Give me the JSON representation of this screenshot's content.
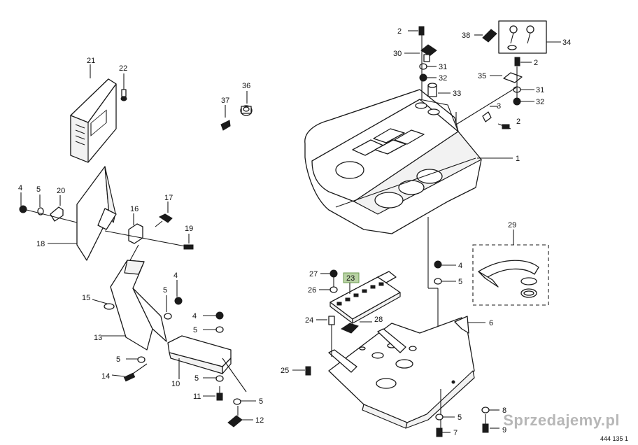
{
  "callouts": {
    "c1": "1",
    "c2a": "2",
    "c2b": "2",
    "c2c": "2",
    "c3": "3",
    "c4a": "4",
    "c4b": "4",
    "c4c": "4",
    "c4d": "4",
    "c5a": "5",
    "c5b": "5",
    "c5c": "5",
    "c5d": "5",
    "c5e": "5",
    "c5f": "5",
    "c5g": "5",
    "c6": "6",
    "c7": "7",
    "c8": "8",
    "c9": "9",
    "c10": "10",
    "c11": "11",
    "c12": "12",
    "c13": "13",
    "c14": "14",
    "c15": "15",
    "c16": "16",
    "c17": "17",
    "c18": "18",
    "c19": "19",
    "c20": "20",
    "c21": "21",
    "c22": "22",
    "c23": "23",
    "c24": "24",
    "c25": "25",
    "c26": "26",
    "c27": "27",
    "c28": "28",
    "c29": "29",
    "c30": "30",
    "c31a": "31",
    "c31b": "31",
    "c32a": "32",
    "c32b": "32",
    "c33": "33",
    "c34": "34",
    "c35": "35",
    "c36": "36",
    "c37": "37",
    "c38": "38"
  },
  "highlighted_part": "23",
  "highlight_color": "#b9d3a4",
  "watermark": "Sprzedajemy.pl",
  "document_number": "444 135 1"
}
